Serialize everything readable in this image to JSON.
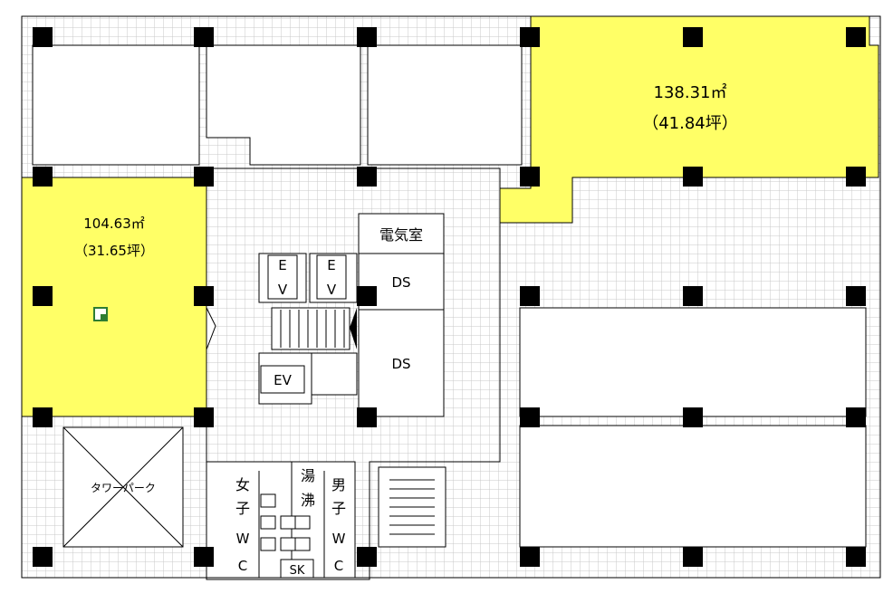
{
  "units": {
    "upper_right": {
      "area": "138.31㎡",
      "tsubo": "（41.84坪）"
    },
    "left": {
      "area": "104.63㎡",
      "tsubo": "（31.65坪）"
    }
  },
  "rooms": {
    "electric_room": "電気室",
    "ds_upper": "DS",
    "ds_lower": "DS",
    "ev1": [
      "E",
      "V"
    ],
    "ev2": [
      "E",
      "V"
    ],
    "ev3": "EV",
    "tower_park": "タワーパーク",
    "womens_wc": [
      "女",
      "子",
      "W",
      "C"
    ],
    "mens_wc": [
      "男",
      "子",
      "W",
      "C"
    ],
    "kitchenette": [
      "湯",
      "沸"
    ],
    "sk": "SK"
  },
  "colors": {
    "highlight": "#ffff66",
    "grid": "#c8c8c8",
    "wall": "#000000"
  },
  "marker_icon": "location-marker-icon"
}
